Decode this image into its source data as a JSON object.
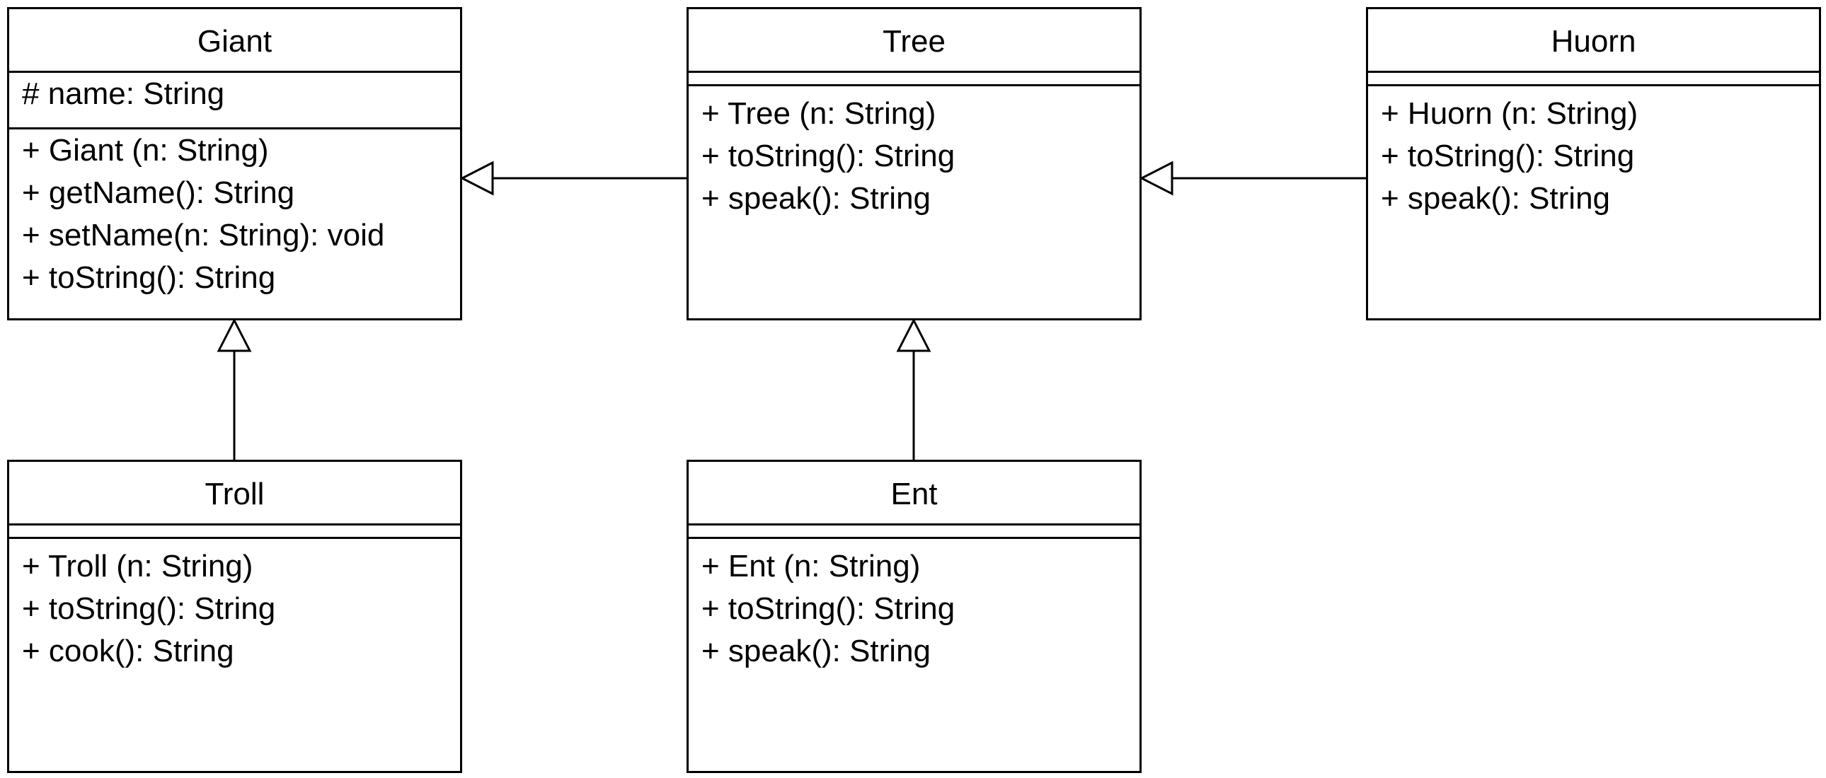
{
  "classes": {
    "giant": {
      "name": "Giant",
      "attributes": [
        "# name: String"
      ],
      "methods": [
        "+ Giant (n: String)",
        "+ getName(): String",
        "+ setName(n: String): void",
        "+ toString(): String"
      ]
    },
    "tree": {
      "name": "Tree",
      "attributes": [],
      "methods": [
        "+ Tree (n: String)",
        "+ toString(): String",
        "+ speak(): String"
      ]
    },
    "huorn": {
      "name": "Huorn",
      "attributes": [],
      "methods": [
        "+ Huorn (n: String)",
        "+ toString(): String",
        "+ speak(): String"
      ]
    },
    "troll": {
      "name": "Troll",
      "attributes": [],
      "methods": [
        "+ Troll (n: String)",
        "+ toString(): String",
        "+ cook(): String"
      ]
    },
    "ent": {
      "name": "Ent",
      "attributes": [],
      "methods": [
        "+ Ent (n: String)",
        "+ toString(): String",
        "+ speak(): String"
      ]
    }
  },
  "relationships": [
    {
      "type": "generalization",
      "from": "Tree",
      "to": "Giant"
    },
    {
      "type": "generalization",
      "from": "Huorn",
      "to": "Tree"
    },
    {
      "type": "generalization",
      "from": "Troll",
      "to": "Giant"
    },
    {
      "type": "generalization",
      "from": "Ent",
      "to": "Tree"
    }
  ]
}
